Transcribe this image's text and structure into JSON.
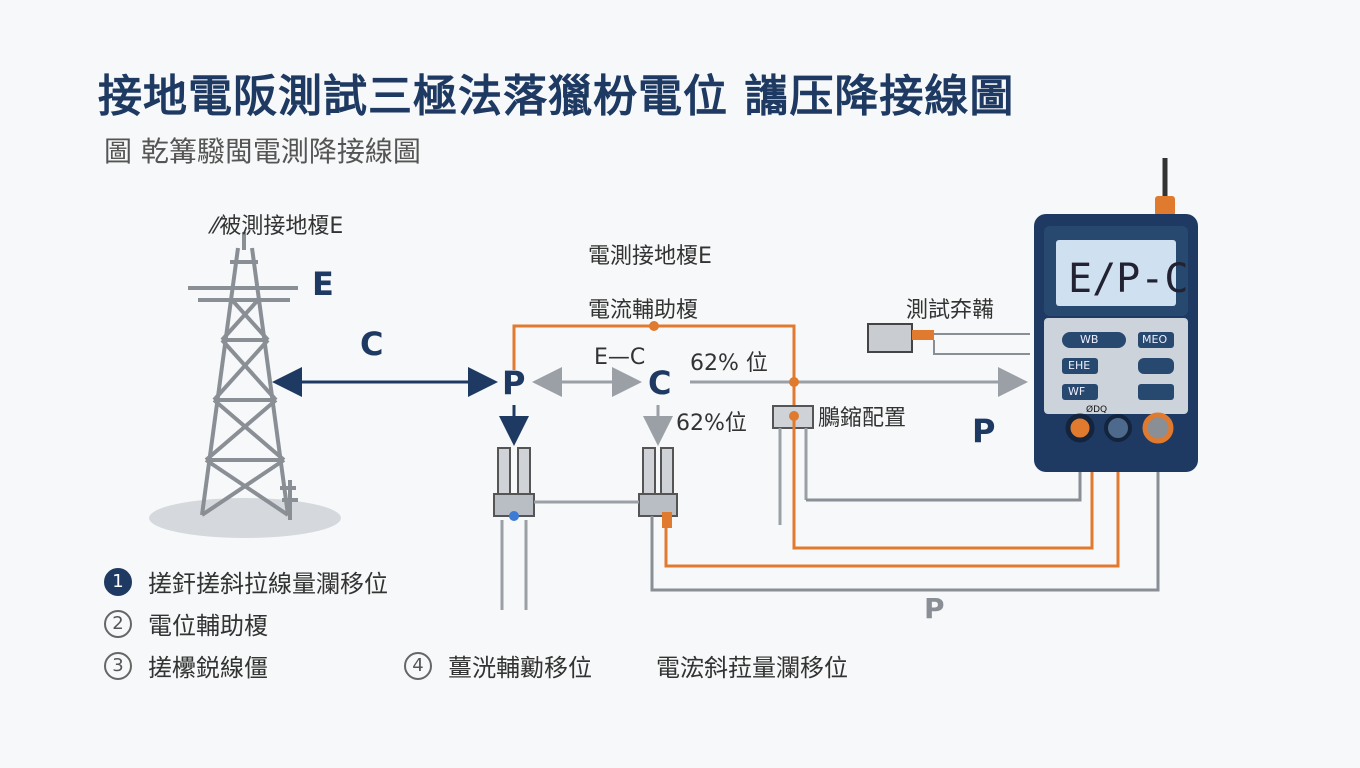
{
  "title": "接地電阪測試三極法落獵枌電位 讗压降接線圖",
  "subtitle": "圖 乾篝驋閩電測降接線圖",
  "labels": {
    "tower_label": "⁄⁄被測接地榎E",
    "tower_e": "E",
    "tower_c": "C",
    "electrode_e_label": "電測接地榎E",
    "current_aux_label": "電流輔助榎",
    "p_left": "P",
    "ec_label": "E—C",
    "c_mid": "C",
    "pct_top": "62% 位",
    "pct_bottom": "62%位",
    "clamp_label": "鵩鏥配置",
    "p_right": "P",
    "test_cable_label": "測試㚏韛",
    "p_bottom": "P"
  },
  "meter": {
    "screen": "E/P-C",
    "btn1": "WB",
    "btn2": "MEO",
    "btn3": "EHE",
    "btn4": "WF",
    "jack_label": "ØDQ"
  },
  "legend": [
    {
      "num": "1",
      "text": "搓釬搓斜拉線量瀾移位"
    },
    {
      "num": "2",
      "text": "電位輔助榎"
    },
    {
      "num": "3",
      "text": "搓欙鋭線僵"
    },
    {
      "num": "4",
      "text": "薑洸輔勷移位"
    },
    {
      "num": "",
      "text": "電浤斜菈量瀾移位"
    }
  ],
  "colors": {
    "navy": "#1e3a63",
    "orange": "#e07a2e",
    "gray": "#8a8f96"
  }
}
